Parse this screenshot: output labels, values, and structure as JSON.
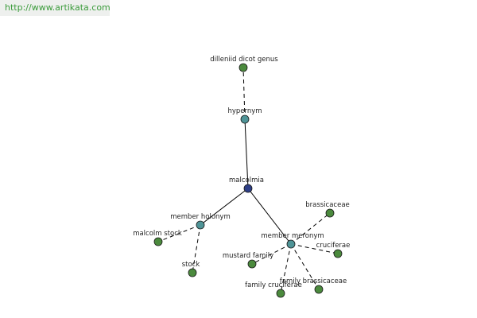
{
  "header": {
    "url_text": "http://www.artikata.com"
  },
  "colors": {
    "root": "#2e3f87",
    "relation": "#4f9497",
    "leaf": "#4b8a3d",
    "url_text": "#3a9b3a",
    "url_bg": "#eef0ee"
  },
  "graph": {
    "nodes": [
      {
        "id": "malcolmia",
        "label": "malcolmia",
        "kind": "root"
      },
      {
        "id": "hypernym",
        "label": "hypernym",
        "kind": "relation"
      },
      {
        "id": "member-holonym",
        "label": "member holonym",
        "kind": "relation"
      },
      {
        "id": "member-meronym",
        "label": "member meronym",
        "kind": "relation"
      },
      {
        "id": "dilleniid-dicot-genus",
        "label": "dilleniid dicot genus",
        "kind": "leaf"
      },
      {
        "id": "malcolm-stock",
        "label": "malcolm stock",
        "kind": "leaf"
      },
      {
        "id": "stock",
        "label": "stock",
        "kind": "leaf"
      },
      {
        "id": "brassicaceae",
        "label": "brassicaceae",
        "kind": "leaf"
      },
      {
        "id": "cruciferae",
        "label": "cruciferae",
        "kind": "leaf"
      },
      {
        "id": "mustard-family",
        "label": "mustard family",
        "kind": "leaf"
      },
      {
        "id": "family-cruciferae",
        "label": "family cruciferae",
        "kind": "leaf"
      },
      {
        "id": "family-brassicaceae",
        "label": "family brassicaceae",
        "kind": "leaf"
      }
    ],
    "edges": [
      {
        "from": "malcolmia",
        "to": "hypernym",
        "style": "solid"
      },
      {
        "from": "malcolmia",
        "to": "member-holonym",
        "style": "solid"
      },
      {
        "from": "malcolmia",
        "to": "member-meronym",
        "style": "solid"
      },
      {
        "from": "hypernym",
        "to": "dilleniid-dicot-genus",
        "style": "dashed"
      },
      {
        "from": "member-holonym",
        "to": "malcolm-stock",
        "style": "dashed"
      },
      {
        "from": "member-holonym",
        "to": "stock",
        "style": "dashed"
      },
      {
        "from": "member-meronym",
        "to": "brassicaceae",
        "style": "dashed"
      },
      {
        "from": "member-meronym",
        "to": "cruciferae",
        "style": "dashed"
      },
      {
        "from": "member-meronym",
        "to": "mustard-family",
        "style": "dashed"
      },
      {
        "from": "member-meronym",
        "to": "family-cruciferae",
        "style": "dashed"
      },
      {
        "from": "member-meronym",
        "to": "family-brassicaceae",
        "style": "dashed"
      }
    ]
  }
}
